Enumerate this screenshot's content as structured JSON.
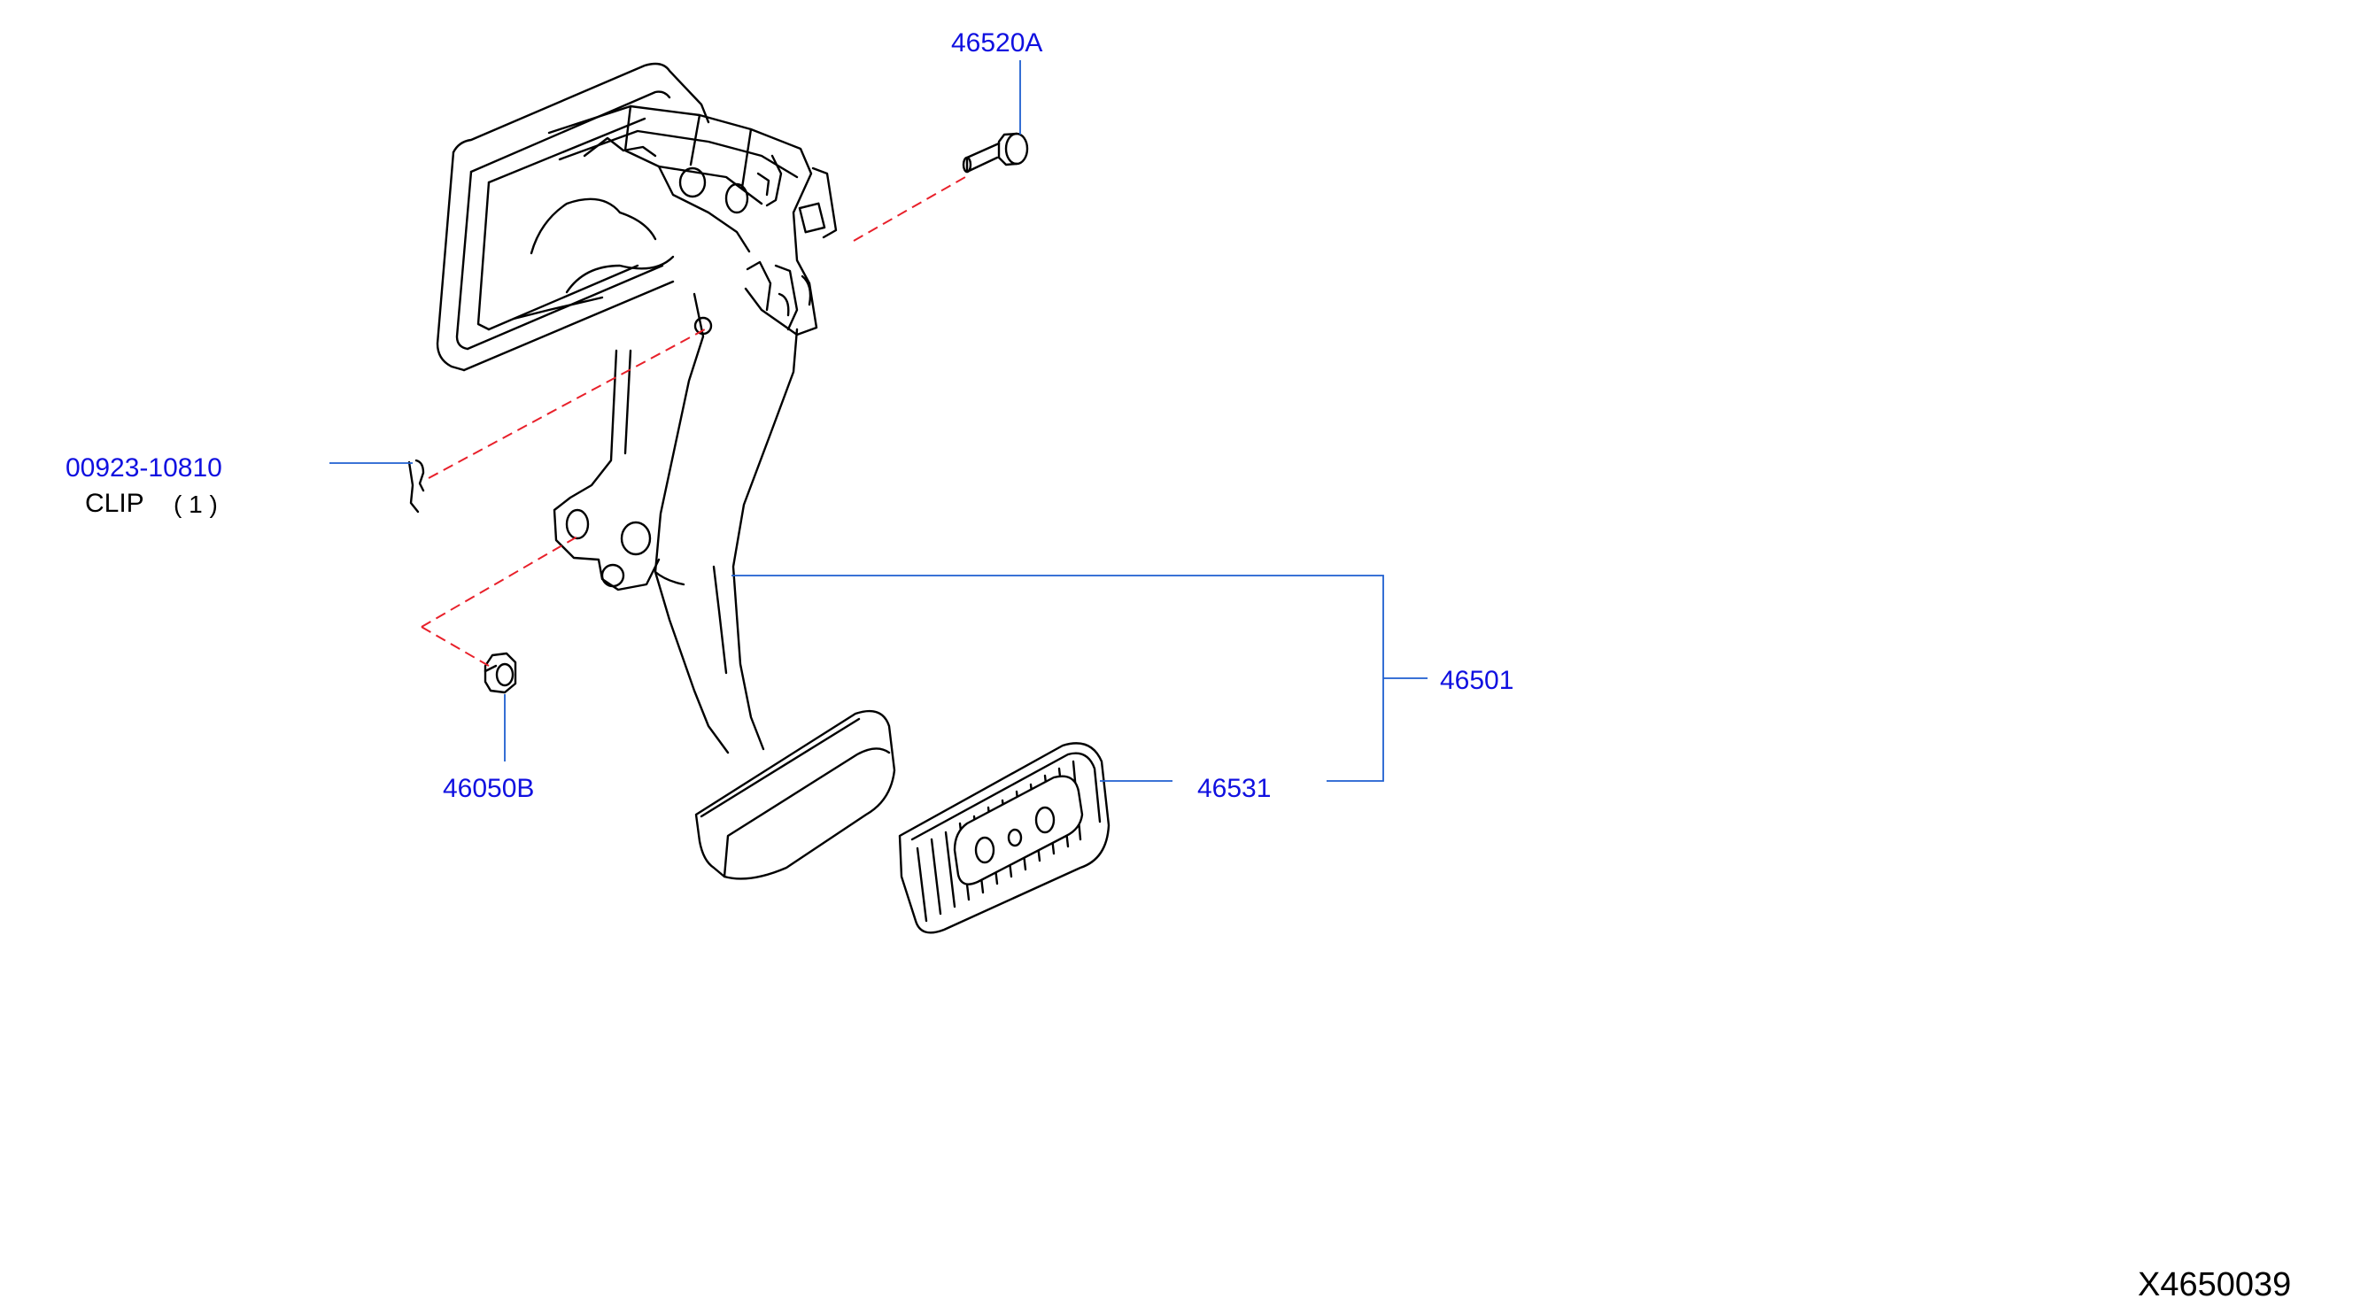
{
  "colors": {
    "part_number": "#1010e0",
    "leader_line": "#1f5fd0",
    "exploded_dash": "#e8202a",
    "drawing": "#000000"
  },
  "diagram_id": "X4650039",
  "callouts": {
    "bolt": {
      "part_number": "46520A"
    },
    "clip": {
      "part_number": "00923-10810",
      "description": "CLIP",
      "quantity": "( 1 )"
    },
    "nut": {
      "part_number": "46050B"
    },
    "pedal_assembly": {
      "part_number": "46501"
    },
    "pedal_pad": {
      "part_number": "46531"
    }
  }
}
